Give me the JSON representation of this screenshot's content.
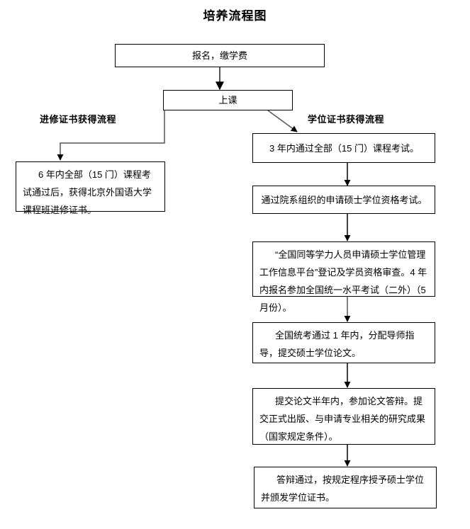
{
  "title": "培养流程图",
  "branches": {
    "left_label": "进修证书获得流程",
    "right_label": "学位证书获得流程"
  },
  "nodes": {
    "apply": "报名，缴学费",
    "class": "上课",
    "cert_result": "6 年内全部（15 门）课程考试通过后，获得北京外国语大学课程班进修证书。",
    "degree_1": "3 年内通过全部（15 门）课程考试。",
    "degree_2": "通过院系组织的申请硕士学位资格考试。",
    "degree_3": "“全国同等学力人员申请硕士学位管理工作信息平台”登记及学员资格审查。4 年内报名参加全国统一水平考试（二外）（5 月份）。",
    "degree_4": "全国统考通过 1 年内，分配导师指导，提交硕士学位论文。",
    "degree_5": "提交论文半年内，参加论文答辩。提交正式出版、与申请专业相关的研究成果（国家规定条件）。",
    "degree_6": "答辩通过，按规定程序授予硕士学位并颁发学位证书。"
  },
  "colors": {
    "line": "#000000",
    "box_border": "#000000",
    "background": "#ffffff",
    "text": "#000000"
  }
}
